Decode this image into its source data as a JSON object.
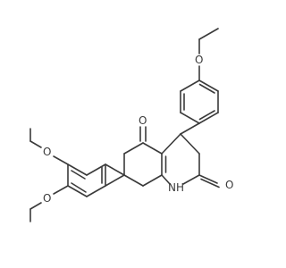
{
  "molecule": {
    "atoms": {
      "o_ketone": "O",
      "o_lactam": "O",
      "nh": "NH",
      "o_ethoxy": "O",
      "o_methoxy_upper": "O",
      "o_methoxy_lower": "O"
    }
  },
  "colors": {
    "bond": "#3a3a3a",
    "background": "#ffffff"
  }
}
